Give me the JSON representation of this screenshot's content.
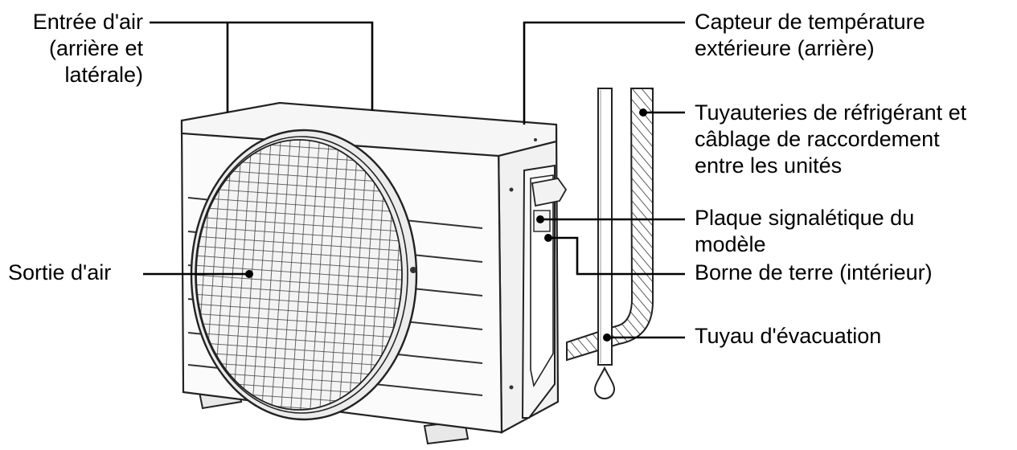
{
  "labels": {
    "air_intake": "Entrée d'air\n(arrière et\nlatérale)",
    "air_outlet": "Sortie d'air",
    "temp_sensor": "Capteur de température\nextérieure (arrière)",
    "refrigerant_piping": "Tuyauteries de réfrigérant et\ncâblage de raccordement\nentre les unités",
    "nameplate": "Plaque signalétique du\nmodèle",
    "ground_terminal": "Borne de terre (intérieur)",
    "drain_hose": "Tuyau d'évacuation"
  }
}
